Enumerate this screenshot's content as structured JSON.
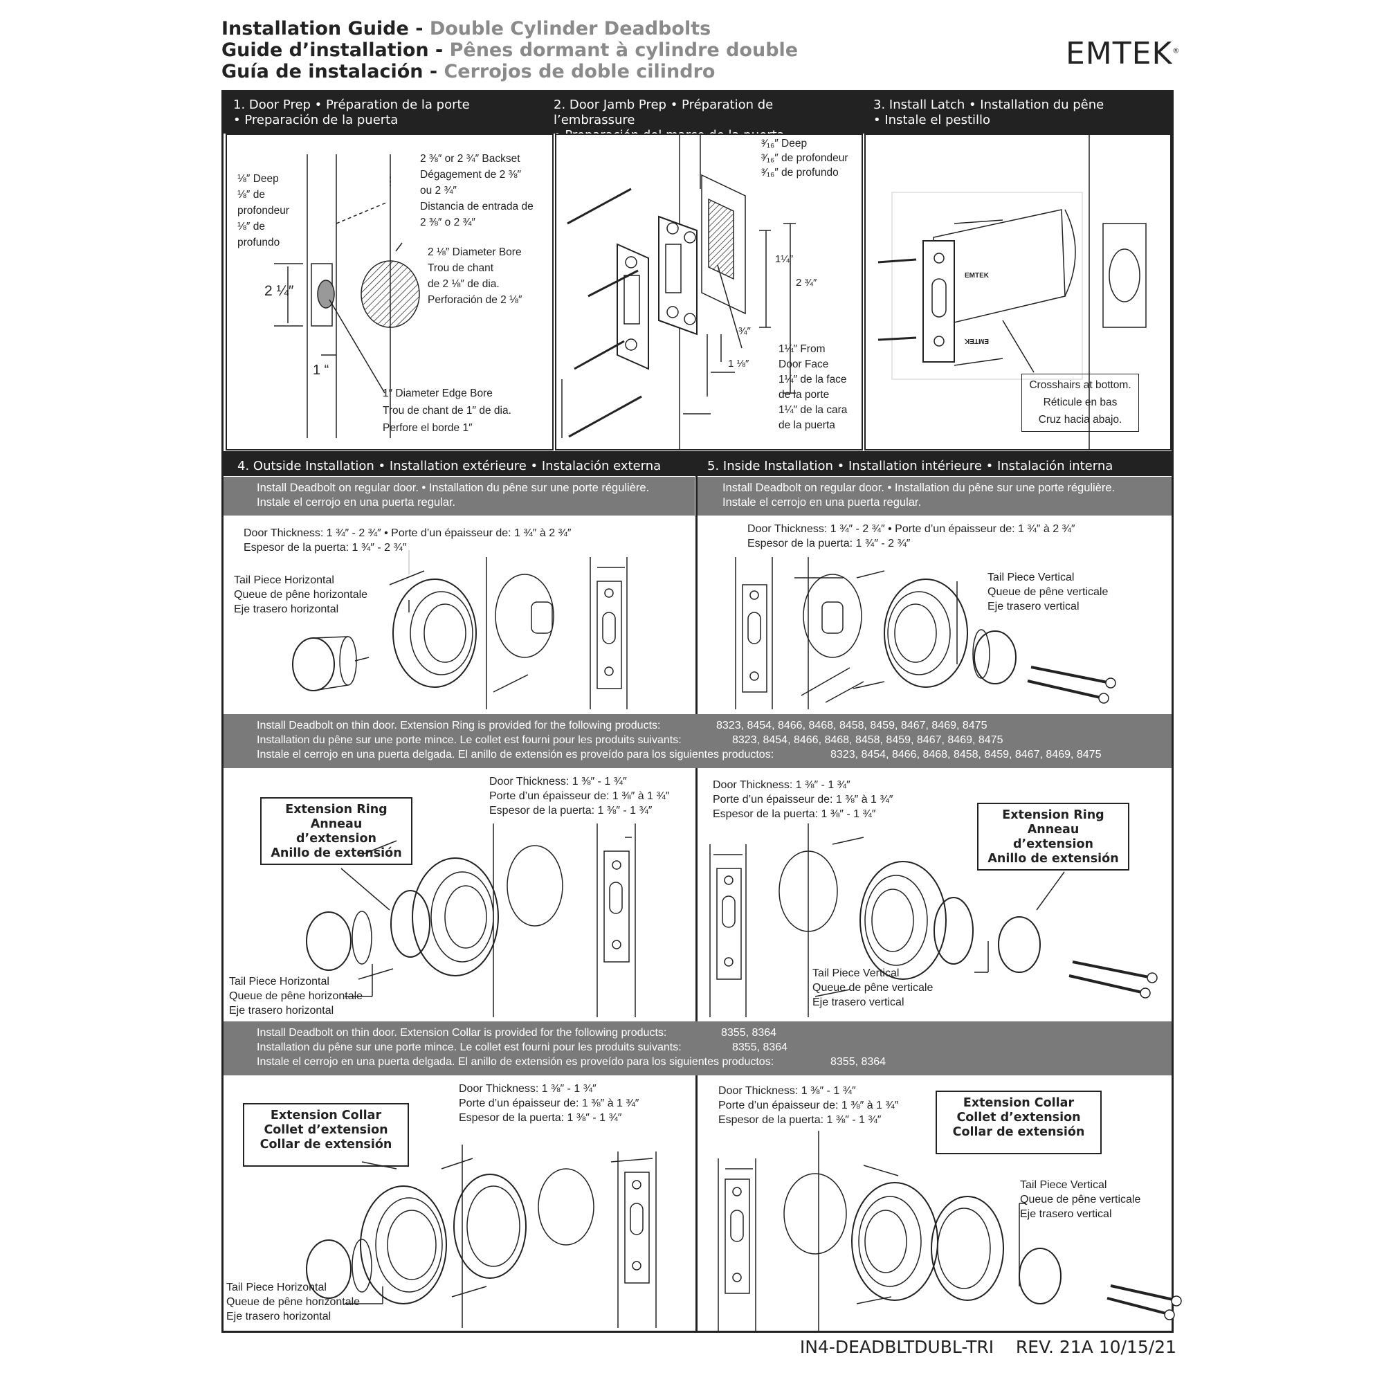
{
  "title": {
    "en": {
      "main": "Installation Guide - ",
      "sub": "Double Cylinder Deadbolts"
    },
    "fr": {
      "main": "Guide d’installation - ",
      "sub": "Pênes dormant à cylindre double"
    },
    "es": {
      "main": "Guía de instalación - ",
      "sub": "Cerrojos de doble cilindro"
    }
  },
  "brand": "EMTEK",
  "steps": {
    "s1": {
      "line1": "1. Door Prep  • Préparation de la porte",
      "line2": "• Preparación de la puerta"
    },
    "s2": {
      "line1": "2. Door Jamb Prep • Préparation de l’embrassure",
      "line2": "• Preparación del marco de la puerta"
    },
    "s3": {
      "line1": "3. Install Latch • Installation du pêne",
      "line2": "• Instale el pestillo"
    },
    "s4": {
      "line1": "4. Outside Installation • Installation extérieure  • Instalación externa"
    },
    "s5": {
      "line1": "5. Inside Installation • Installation intérieure  • Instalación interna"
    }
  },
  "door_prep": {
    "deep": [
      "⅛″ Deep",
      "⅛″ de",
      "profondeur",
      "⅛″ de",
      "profundo"
    ],
    "backset": [
      "2 ⅜″ or  2 ¾″ Backset",
      "Dégagement de 2 ⅜″",
      "ou 2 ¾″",
      "Distancia de entrada de",
      "2 ⅜″ o 2 ¾″"
    ],
    "bore": [
      "2 ⅛″ Diameter Bore",
      "Trou de chant",
      "de 2 ⅛″ de dia.",
      "Perforación de 2 ⅛″"
    ],
    "height": "2 ¼″",
    "one_inch": "1 “",
    "edge_bore": [
      "1″ Diameter Edge Bore",
      "Trou de chant de 1″ de dia.",
      "Perfore el borde 1″"
    ]
  },
  "jamb_prep": {
    "deep": [
      "³⁄₁₆″ Deep",
      "³⁄₁₆″ de profondeur",
      "³⁄₁₆″ de profundo"
    ],
    "dim_a": "1¼″",
    "dim_b": "2 ¾″",
    "dim_c": "¾″",
    "dim_d": "1 ⅛″",
    "from_face": [
      "1¼″ From",
      "Door Face",
      "1¼″ de la face",
      "de la porte",
      "1¼″ de la cara",
      "de la puerta"
    ]
  },
  "latch": {
    "crosshairs": [
      "Crosshairs at bottom.",
      "Réticule en bas",
      "Cruz hacia abajo."
    ]
  },
  "regular": {
    "note": [
      "Install Deadbolt on regular door. • Installation du pêne sur une porte régulière.",
      "Instale el cerrojo en una puerta regular."
    ],
    "thickness_out": [
      "Door Thickness: 1 ¾″ - 2 ¾″  • Porte d’un épaisseur de: 1 ¾″ à 2 ¾″",
      "Espesor de la puerta: 1 ¾″ - 2 ¾″"
    ],
    "thickness_in": [
      "Door Thickness: 1 ¾″ - 2 ¾″  • Porte d’un épaisseur de: 1 ¾″ à 2 ¾″",
      "Espesor de la puerta: 1 ¾″ - 2 ¾″"
    ],
    "tail_h": [
      "Tail Piece Horizontal",
      "Queue de pêne horizontale",
      "Eje trasero horizontal"
    ],
    "tail_v": [
      "Tail Piece Vertical",
      "Queue de pêne verticale",
      "Eje trasero vertical"
    ]
  },
  "ring": {
    "note": [
      {
        "text": "Install Deadbolt on thin door. Extension Ring is provided for the following products:",
        "products": "8323, 8454, 8466, 8468, 8458, 8459, 8467, 8469, 8475"
      },
      {
        "text": "Installation du pêne sur une porte mince. Le collet est fourni pour les produits suivants:",
        "products": "8323, 8454, 8466, 8468, 8458, 8459, 8467, 8469, 8475"
      },
      {
        "text": "Instale el cerrojo en una puerta delgada. El anillo de extensión es proveído para los siguientes productos:",
        "products": "8323, 8454, 8466, 8468, 8458, 8459, 8467, 8469, 8475"
      }
    ],
    "thickness": [
      "Door Thickness: 1 ⅜″ - 1 ¾″",
      "Porte d’un épaisseur de: 1 ⅜″ à 1 ¾″",
      "Espesor de la puerta: 1 ⅜″ - 1 ¾″"
    ],
    "box": [
      "Extension Ring",
      "Anneau",
      "d’extension",
      "Anillo de extensión"
    ],
    "tail_h": [
      "Tail Piece Horizontal",
      "Queue de pêne horizontale",
      "Eje trasero horizontal"
    ],
    "tail_v": [
      "Tail Piece Vertical",
      "Queue de pêne verticale",
      "Eje trasero vertical"
    ]
  },
  "collar": {
    "note": [
      {
        "text": "Install Deadbolt on thin door. Extension Collar is provided for the following products:",
        "products": "8355, 8364"
      },
      {
        "text": "Installation du pêne sur une porte mince. Le collet est fourni pour les produits suivants:",
        "products": "8355, 8364"
      },
      {
        "text": "Instale el cerrojo en una puerta delgada. El anillo de extensión es proveído para los siguientes productos:",
        "products": "8355, 8364"
      }
    ],
    "thickness": [
      "Door Thickness: 1 ⅜″ - 1 ¾″",
      "Porte d’un épaisseur de: 1 ⅜″ à 1 ¾″",
      "Espesor de la puerta: 1 ⅜″ - 1 ¾″"
    ],
    "box": [
      "Extension Collar",
      "Collet d’extension",
      "Collar de extensión"
    ],
    "tail_h": [
      "Tail Piece Horizontal",
      "Queue de pêne horizontale",
      "Eje trasero horizontal"
    ],
    "tail_v": [
      "Tail Piece Vertical",
      "Queue de pêne verticale",
      "Eje trasero vertical"
    ]
  },
  "plate_mark": "EMTEK",
  "footer": {
    "code": "IN4-DEADBLTDUBL-TRI",
    "rev": "REV. 21A 10/15/21"
  }
}
